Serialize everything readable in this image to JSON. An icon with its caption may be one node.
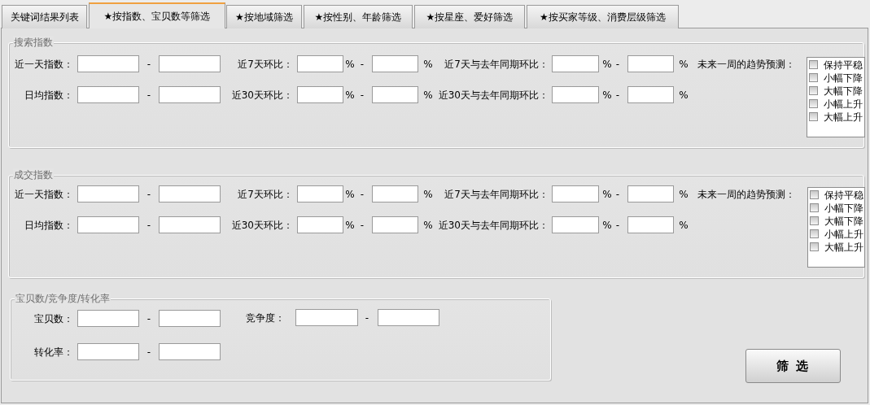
{
  "diagram": {
    "nodes": [
      {
        "text": [
          "关键词结果列表"
        ]
      },
      {
        "text": [
          "★按指数、宝贝数等筛选"
        ]
      },
      {
        "text": [
          "★按地域筛选"
        ]
      },
      {
        "text": [
          "★按性别、年龄筛选"
        ]
      },
      {
        "text": [
          "★按星座、爱好筛选"
        ]
      },
      {
        "text": [
          "★按买家等级、消费层级筛选"
        ]
      },
      {
        "text": [
          "搜索指数"
        ]
      },
      {
        "text": [
          "保持平稳",
          "小幅下降",
          "大幅下降",
          "小幅上升",
          "大幅上升"
        ],
        "in": 6
      },
      {
        "text": [
          "成交指数"
        ]
      },
      {
        "text": [
          "保持平稳",
          "小幅下降",
          "大幅下降",
          "小幅上升",
          "大幅上升"
        ],
        "in": 8
      },
      {
        "text": [
          "宝贝数/竞争度/转化率"
        ]
      },
      {
        "text": [
          "筛 选"
        ]
      }
    ],
    "labels": [
      "近一天指数：",
      "-",
      "近7天环比：",
      "%",
      "-",
      "%",
      "近7天与去年同期环比：",
      "%",
      "-",
      "%",
      "未来一周的趋势预测：",
      "日均指数：",
      "-",
      "近30天环比：",
      "%",
      "-",
      "%",
      "近30天与去年同期环比：",
      "%",
      "-",
      "%",
      "近一天指数：",
      "-",
      "近7天环比：",
      "%",
      "-",
      "%",
      "近7天与去年同期环比：",
      "%",
      "-",
      "%",
      "未来一周的趋势预测：",
      "日均指数：",
      "-",
      "近30天环比：",
      "%",
      "-",
      "%",
      "近30天与去年同期环比：",
      "%",
      "-",
      "%",
      "宝贝数：",
      "-",
      "竞争度：",
      "-",
      "转化率：",
      "-"
    ]
  }
}
